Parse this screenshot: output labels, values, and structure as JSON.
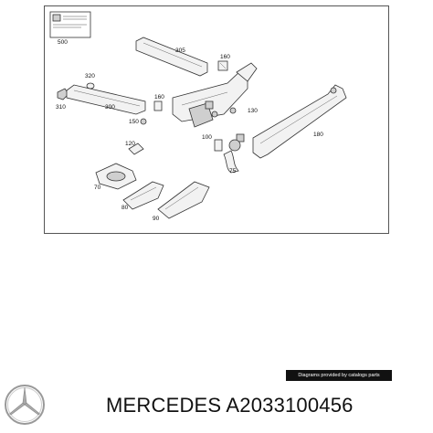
{
  "diagram": {
    "callouts": [
      "500",
      "305",
      "160",
      "320",
      "310",
      "300",
      "160",
      "150",
      "180",
      "130",
      "100",
      "75",
      "120",
      "70",
      "80",
      "90"
    ]
  },
  "credit_text": "Diagrams provided by catalogs parts",
  "brand": {
    "name_text": "MERCEDES A2033100456",
    "logo_icon": "mercedes-star-icon"
  }
}
